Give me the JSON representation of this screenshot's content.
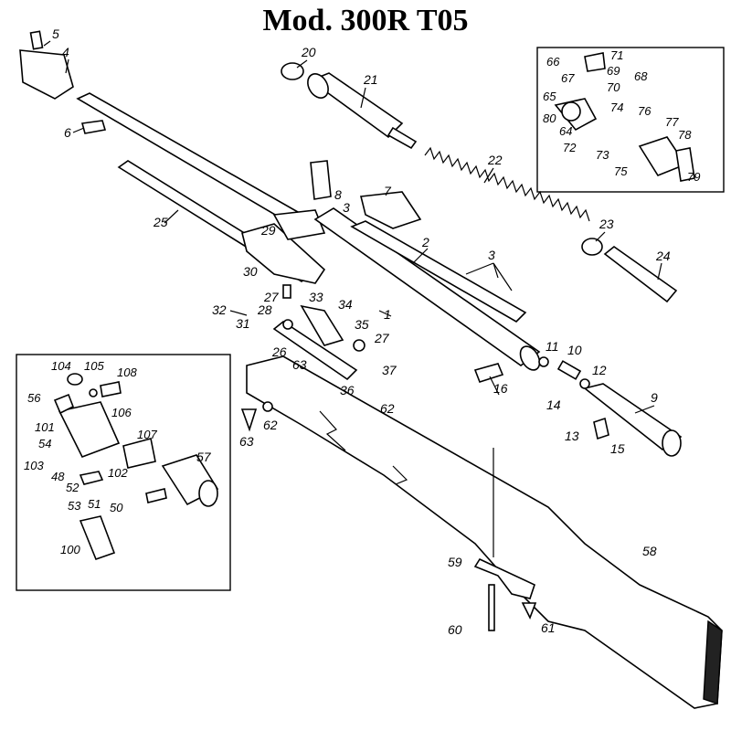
{
  "title": "Mod. 300R T05",
  "callouts": {
    "p1": "1",
    "p2": "2",
    "p3a": "3",
    "p3b": "3",
    "p4": "4",
    "p5": "5",
    "p6": "6",
    "p7": "7",
    "p8": "8",
    "p9": "9",
    "p10": "10",
    "p11": "11",
    "p12": "12",
    "p13": "13",
    "p14": "14",
    "p15": "15",
    "p16": "16",
    "p20": "20",
    "p21": "21",
    "p22": "22",
    "p23": "23",
    "p24": "24",
    "p25": "25",
    "p26": "26",
    "p27a": "27",
    "p27b": "27",
    "p28": "28",
    "p29": "29",
    "p30": "30",
    "p31": "31",
    "p32": "32",
    "p33": "33",
    "p34": "34",
    "p35": "35",
    "p36": "36",
    "p37": "37",
    "p57": "57",
    "p58": "58",
    "p59": "59",
    "p60": "60",
    "p61": "61",
    "p62a": "62",
    "p62b": "62",
    "p63a": "63",
    "p63b": "63"
  },
  "inset_top_right": {
    "labels": [
      "71",
      "66",
      "67",
      "69",
      "68",
      "65",
      "70",
      "80",
      "64",
      "74",
      "76",
      "77",
      "78",
      "72",
      "73",
      "75",
      "79"
    ]
  },
  "inset_left": {
    "labels": [
      "104",
      "105",
      "108",
      "56",
      "106",
      "101",
      "107",
      "54",
      "103",
      "48",
      "102",
      "52",
      "53",
      "51",
      "50",
      "100"
    ]
  }
}
